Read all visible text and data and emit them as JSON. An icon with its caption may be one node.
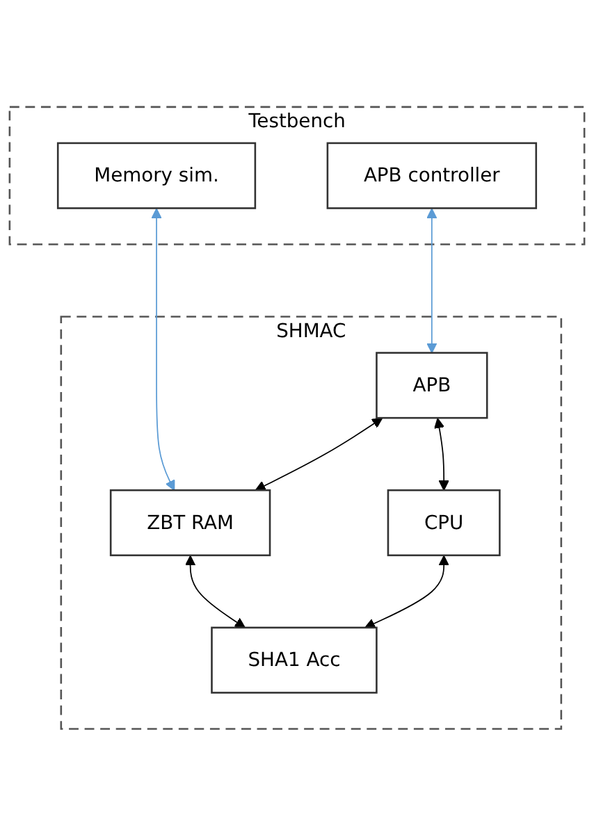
{
  "diagram": {
    "nodes": [
      {
        "text": [
          "Testbench"
        ]
      },
      {
        "text": [
          "APB controller"
        ],
        "in": 0
      },
      {
        "text": [
          "Memory sim."
        ],
        "in": 0
      },
      {
        "text": [
          "SHMAC"
        ]
      },
      {
        "text": [
          "APB"
        ],
        "in": 3
      },
      {
        "text": [
          "ZBT RAM"
        ],
        "in": 3
      },
      {
        "text": [
          "CPU"
        ],
        "in": 3
      },
      {
        "text": [
          "SHA1 Acc"
        ],
        "in": 3
      }
    ],
    "edges": [
      {
        "from": 1,
        "to": 4,
        "arrow": "both",
        "color": "#5b9bd5"
      },
      {
        "from": 2,
        "to": 5,
        "arrow": "both",
        "color": "#5b9bd5"
      },
      {
        "from": 4,
        "to": 5,
        "arrow": "both"
      },
      {
        "from": 4,
        "to": 6,
        "arrow": "both"
      },
      {
        "from": 5,
        "to": 7,
        "arrow": "both"
      },
      {
        "from": 6,
        "to": 7,
        "arrow": "both"
      }
    ]
  }
}
